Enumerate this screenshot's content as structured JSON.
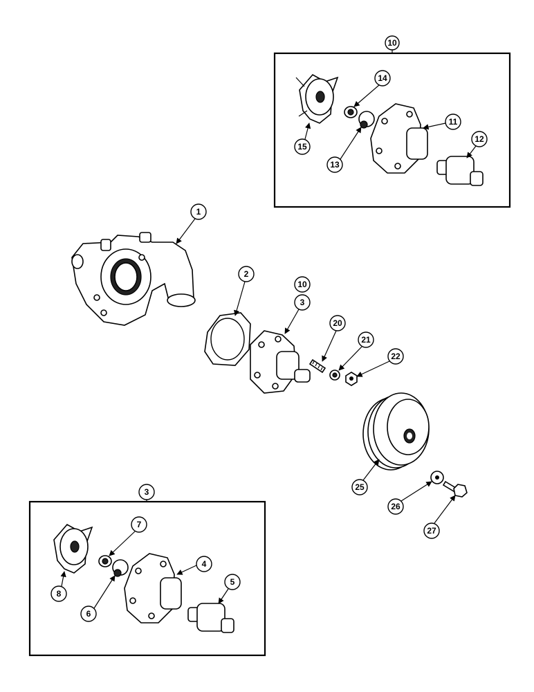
{
  "diagram": {
    "callouts": {
      "c1": "1",
      "c2": "2",
      "c3": "3",
      "c3box": "3",
      "c4": "4",
      "c5": "5",
      "c6": "6",
      "c7": "7",
      "c8": "8",
      "c10": "10",
      "c10box": "10",
      "c11": "11",
      "c12": "12",
      "c13": "13",
      "c14": "14",
      "c15": "15",
      "c20": "20",
      "c21": "21",
      "c22": "22",
      "c25": "25",
      "c26": "26",
      "c27": "27"
    }
  }
}
